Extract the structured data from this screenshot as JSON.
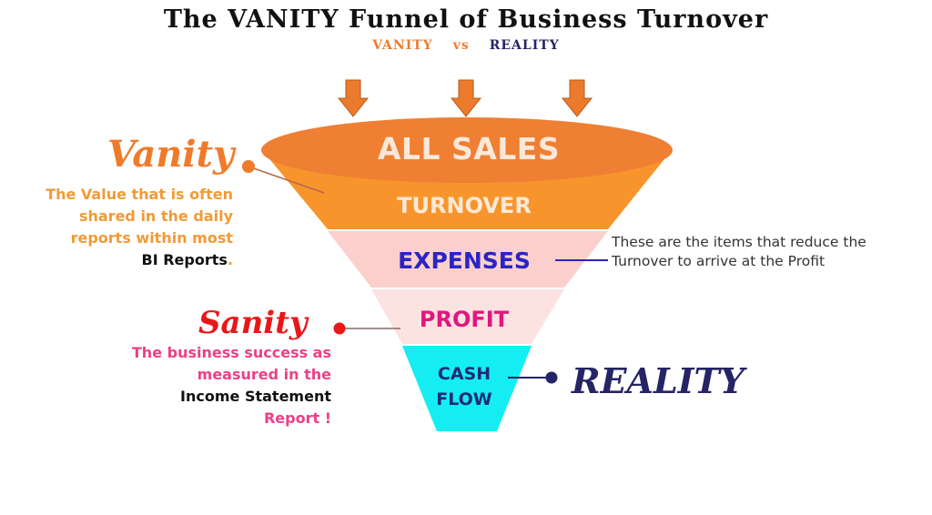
{
  "title": "The VANITY Funnel of Business Turnover",
  "subtitle": {
    "left": "VANITY",
    "middle": "vs",
    "right": "REALITY"
  },
  "funnel": {
    "stages": [
      {
        "id": "all-sales",
        "label": "ALL SALES",
        "color": "#ef7f33"
      },
      {
        "id": "turnover",
        "label": "TURNOVER",
        "color": "#f7952c"
      },
      {
        "id": "expenses",
        "label": "EXPENSES",
        "color": "#fbd0cc"
      },
      {
        "id": "profit",
        "label": "PROFIT",
        "color": "#fde2e2"
      },
      {
        "id": "cash-flow",
        "label_line1": "CASH",
        "label_line2": "FLOW",
        "color": "#14eef2"
      }
    ]
  },
  "annotations": {
    "vanity": {
      "word": "Vanity",
      "desc_line1": "The Value that is often",
      "desc_line2": "shared in the daily",
      "desc_line3": "reports within most",
      "desc_line4": "BI Reports"
    },
    "sanity": {
      "word": "Sanity",
      "desc_line1": "The business success as",
      "desc_line2": "measured in the",
      "desc_line3": "Income Statement",
      "desc_line4": "Report !"
    },
    "reality": {
      "word": "REALITY"
    },
    "expenses_note": {
      "line1": "These are the items that reduce the",
      "line2": "Turnover to arrive at the Profit"
    }
  },
  "colors": {
    "arrow": "#ec7a2c",
    "vanity_accent": "#ef7b2a",
    "sanity_accent": "#e81818",
    "reality_accent": "#242466",
    "expenses_line": "#2b24c4"
  }
}
